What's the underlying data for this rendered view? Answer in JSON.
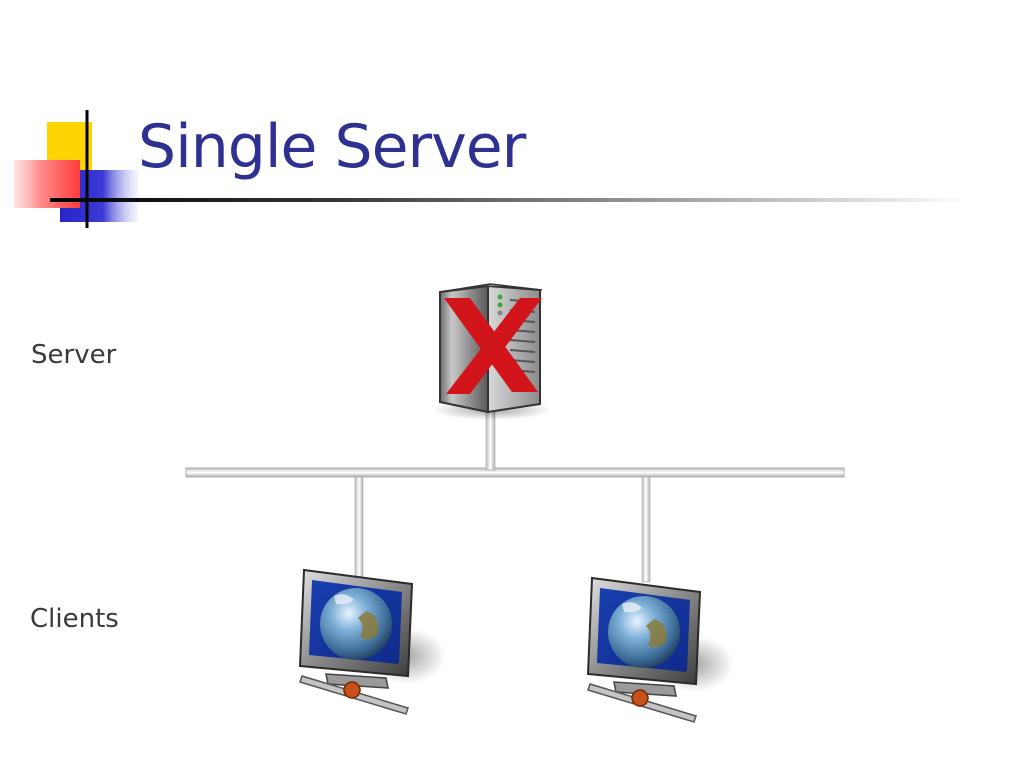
{
  "slide": {
    "title": "Single Server",
    "labels": {
      "server": "Server",
      "clients": "Clients"
    }
  },
  "diagram": {
    "server_icon": "server-tower-icon",
    "failure_mark": "red-x-icon",
    "client_icon": "globe-monitor-icon",
    "clients_shown": 2,
    "colors": {
      "title": "#2e3192",
      "failure_mark": "#d2141b",
      "deco_yellow": "#ffd700",
      "deco_red": "#ff4040",
      "deco_blue": "#2f2fd0"
    }
  }
}
